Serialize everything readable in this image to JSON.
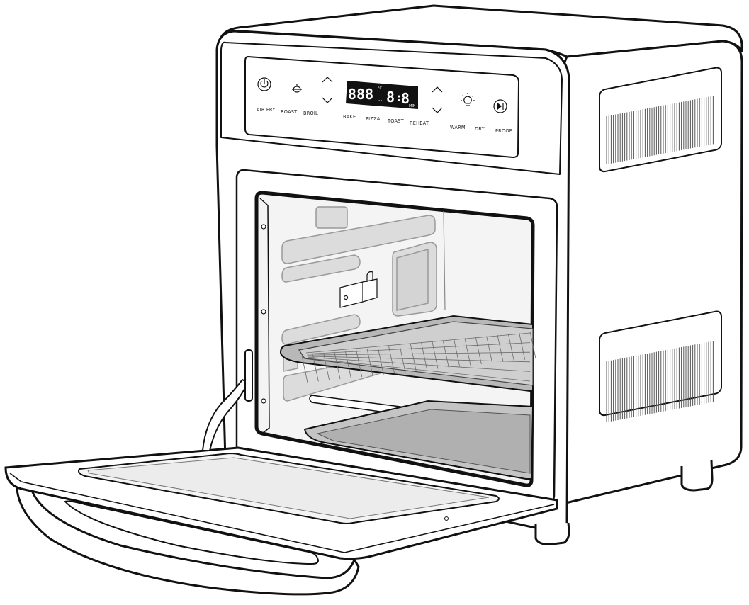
{
  "colors": {
    "outline": "#111111",
    "cavity_wall": "#f4f4f4",
    "panel_gray": "#dcdcdc",
    "panel_stroke": "#9a9a9a",
    "tray_fill": "#cfcfcf",
    "tray_dark": "#b8b8b8",
    "display_bg": "#111111",
    "display_text": "#ffffff"
  },
  "panel": {
    "buttons": [
      {
        "key": "air_fry",
        "label": "AIR FRY",
        "icon": "power-icon"
      },
      {
        "key": "roast",
        "label": "ROAST",
        "icon": "rotisserie-icon"
      },
      {
        "key": "broil",
        "label": "BROIL",
        "icon": ""
      },
      {
        "key": "bake",
        "label": "BAKE",
        "icon": ""
      },
      {
        "key": "pizza",
        "label": "PIZZA",
        "icon": ""
      },
      {
        "key": "toast",
        "label": "TOAST",
        "icon": ""
      },
      {
        "key": "reheat",
        "label": "REHEAT",
        "icon": ""
      },
      {
        "key": "warm",
        "label": "WARM",
        "icon": "light-icon"
      },
      {
        "key": "dry",
        "label": "DRY",
        "icon": ""
      },
      {
        "key": "proof",
        "label": "PROOF",
        "icon": "play-pause-icon"
      }
    ],
    "display": {
      "temperature_digits": "888",
      "unit_c": "°C",
      "unit_f": "°F",
      "time_digits": "88",
      "time_sep": ":",
      "unit_min": "MIN"
    },
    "arrows": [
      "temp-up",
      "temp-down",
      "time-up",
      "time-down"
    ]
  }
}
